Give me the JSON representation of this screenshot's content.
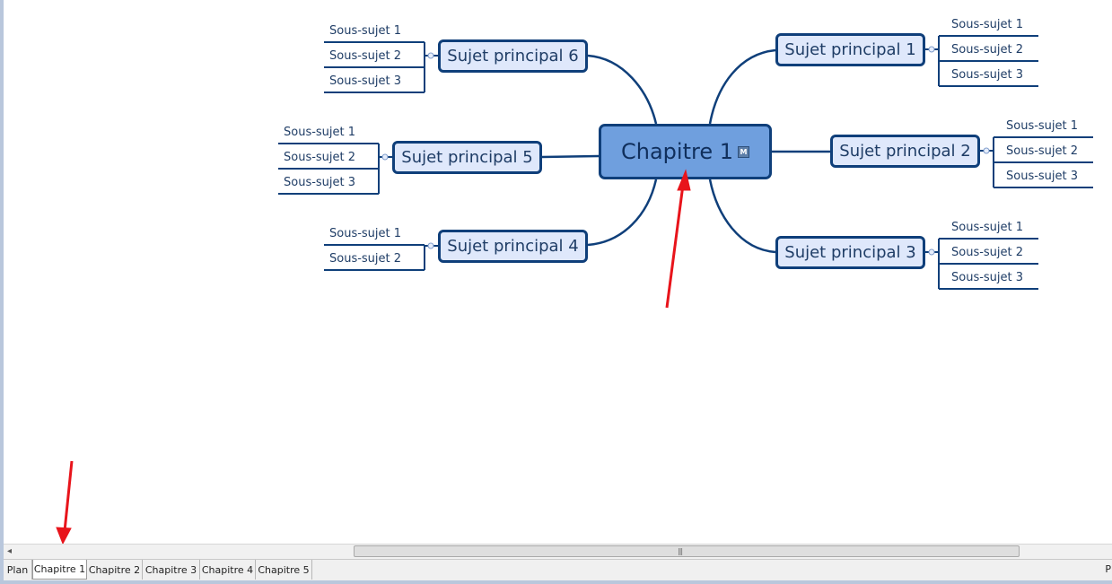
{
  "central_topic": {
    "label": "Chapitre 1",
    "marker": "M"
  },
  "main_topics": [
    {
      "label": "Sujet principal  1",
      "subtopics": [
        "Sous-sujet  1",
        "Sous-sujet  2",
        "Sous-sujet  3"
      ]
    },
    {
      "label": "Sujet principal  2",
      "subtopics": [
        "Sous-sujet  1",
        "Sous-sujet  2",
        "Sous-sujet  3"
      ]
    },
    {
      "label": "Sujet principal  3",
      "subtopics": [
        "Sous-sujet  1",
        "Sous-sujet  2",
        "Sous-sujet  3"
      ]
    },
    {
      "label": "Sujet principal  4",
      "subtopics": [
        "Sous-sujet  1",
        "Sous-sujet  2"
      ]
    },
    {
      "label": "Sujet principal  5",
      "subtopics": [
        "Sous-sujet  1",
        "Sous-sujet  2",
        "Sous-sujet  3"
      ]
    },
    {
      "label": "Sujet principal  6",
      "subtopics": [
        "Sous-sujet  1",
        "Sous-sujet  2",
        "Sous-sujet  3"
      ]
    }
  ],
  "tabs": [
    {
      "label": "Plan",
      "active": false
    },
    {
      "label": "Chapitre 1",
      "active": true
    },
    {
      "label": "Chapitre 2",
      "active": false
    },
    {
      "label": "Chapitre 3",
      "active": false
    },
    {
      "label": "Chapitre 4",
      "active": false
    },
    {
      "label": "Chapitre 5",
      "active": false
    }
  ],
  "status_right": "P",
  "colors": {
    "link": "#0f3f7a",
    "central_fill": "#6f9fde",
    "main_fill": "#dfe8fb",
    "annotation_arrow": "#e8141b"
  },
  "icons": {
    "scroll_left": "triangle-left-icon",
    "scroll_grip": "grip-icon"
  }
}
